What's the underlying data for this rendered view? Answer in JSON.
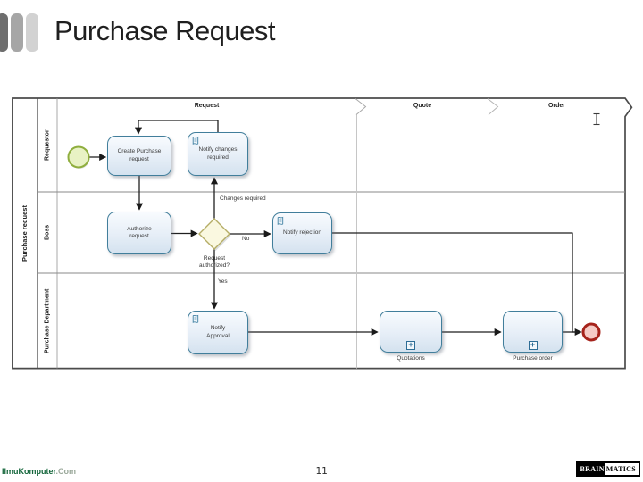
{
  "slide": {
    "title": "Purchase Request",
    "page_number": "11"
  },
  "footer": {
    "left_brand": "IlmuKomputer",
    "left_brand_suffix": ".Com",
    "right_logo_part1": "BRAIN",
    "right_logo_part2": "MATICS"
  },
  "diagram": {
    "pool_label": "Purchase request",
    "lanes": [
      "Requestor",
      "Boss",
      "Purchase Department"
    ],
    "phases": [
      "Request",
      "Quote",
      "Order"
    ],
    "tasks": {
      "create": "Create Purchase request",
      "notify_changes": "Notify changes required",
      "authorize": "Authorize request",
      "notify_rejection": "Notify rejection",
      "notify_approval": "Notify Approval",
      "quotations": "Quotations",
      "purchase_order": "Purchase order"
    },
    "flow_labels": {
      "changes_required": "Changes required",
      "no": "No",
      "yes": "Yes"
    },
    "gateway_label": "Request authorized?",
    "icons": {
      "subprocess_plus": "+"
    }
  },
  "colors": {
    "task_border": "#417e9b",
    "gateway_fill": "#faf8e0",
    "gateway_border": "#b5ad66",
    "start_event_fill": "#e8f2c4",
    "start_event_border": "#8fae3e",
    "end_event_fill": "#f5cbc6",
    "end_event_border": "#a6231b",
    "brand_green": "#14663b"
  }
}
